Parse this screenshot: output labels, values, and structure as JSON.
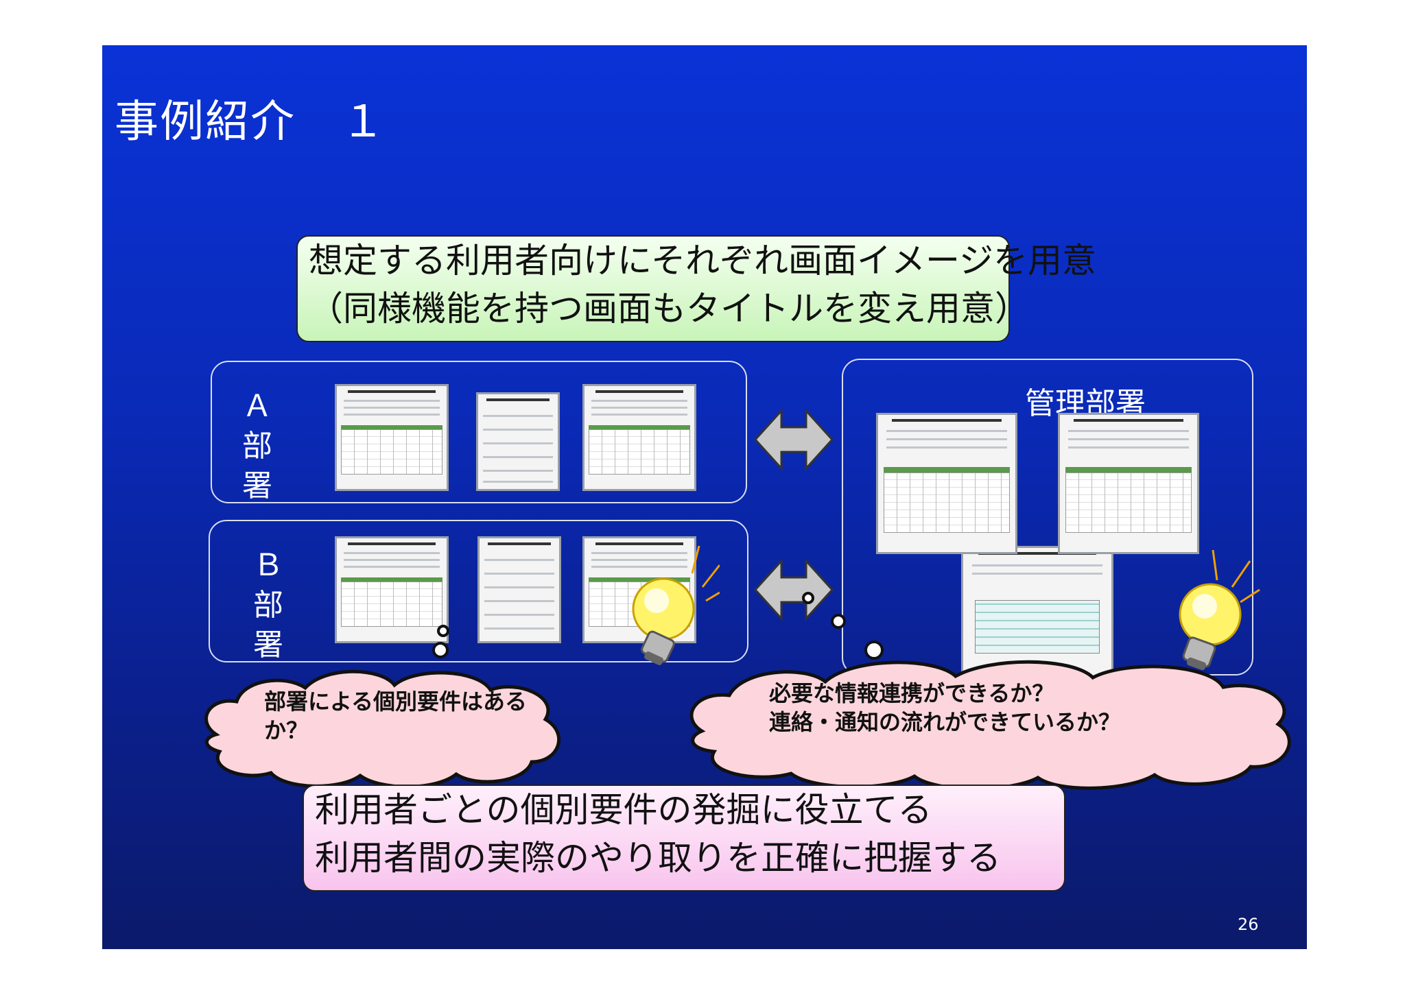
{
  "slide": {
    "title": "事例紹介　１",
    "page_number": "26"
  },
  "top_banner": {
    "line1": "想定する利用者向けにそれぞれ画面イメージを用意",
    "line2": "（同様機能を持つ画面もタイトルを変え用意）"
  },
  "departments": {
    "a": [
      "Ａ",
      "部",
      "署"
    ],
    "b": [
      "Ｂ",
      "部",
      "署"
    ],
    "management": "管理部署"
  },
  "clouds": {
    "left": {
      "line1": "部署による個別要件はある",
      "line2": "か？"
    },
    "right": {
      "line1": "必要な情報連携ができるか？",
      "line2": "連絡・通知の流れができているか？"
    }
  },
  "bottom_banner": {
    "line1": "利用者ごとの個別要件の発掘に役立てる",
    "line2": "利用者間の実際のやり取りを正確に把握する"
  },
  "colors": {
    "slide_bg": "#0a2ab8",
    "green_banner": "#c8f4b8",
    "pink_banner": "#f8c4ee",
    "cloud": "#fcd6dc",
    "arrow": "#c8c8c8"
  },
  "icons": [
    "double-arrow-icon",
    "lightbulb-icon",
    "thought-cloud-icon"
  ]
}
